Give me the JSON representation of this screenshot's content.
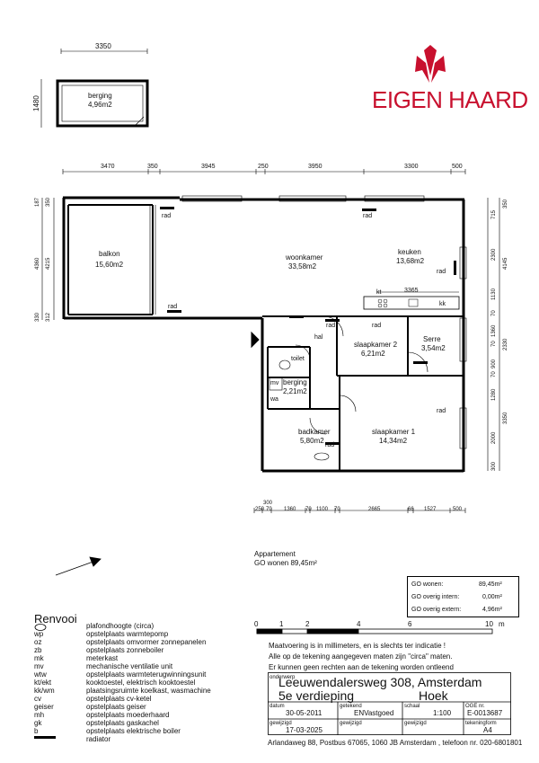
{
  "brand": {
    "name": "EIGEN HAARD",
    "color": "#c8102e"
  },
  "storage": {
    "width_dim": "3350",
    "height_dim": "1480",
    "name": "berging",
    "area": "4,96m2"
  },
  "top_dims": [
    "3470",
    "350",
    "3945",
    "250",
    "3950",
    "3300",
    "500"
  ],
  "bottom_dims_row1": "300",
  "bottom_dims_row2": [
    "250",
    "70",
    "1360",
    "70",
    "1100",
    "70",
    "2665",
    "66",
    "1527",
    "500"
  ],
  "left_dims": [
    "187",
    "350",
    "4215",
    "4360",
    "330",
    "312"
  ],
  "right_dims": [
    "350",
    "715",
    "2300",
    "4145",
    "1130",
    "70",
    "1360",
    "70",
    "2330",
    "900",
    "70",
    "1280",
    "3350",
    "2000",
    "300"
  ],
  "rooms": [
    {
      "name": "balkon",
      "area": "15,60m2"
    },
    {
      "name": "woonkamer",
      "area": "33,58m2"
    },
    {
      "name": "keuken",
      "area": "13,68m2"
    },
    {
      "name": "slaapkamer 2",
      "area": "6,21m2"
    },
    {
      "name": "Serre",
      "area": "3,54m2"
    },
    {
      "name": "berging",
      "area": "2,21m2"
    },
    {
      "name": "badkamer",
      "area": "5,80m2"
    },
    {
      "name": "slaapkamer 1",
      "area": "14,34m2"
    }
  ],
  "labels": {
    "rad": "rad",
    "hal": "hal",
    "toilet": "toilet",
    "mv": "mv",
    "wa": "wa",
    "kt": "kt",
    "kk": "kk",
    "kitchen_dim": "3365"
  },
  "summary": {
    "line1": "Appartement",
    "line2": "GO wonen 89,45m²"
  },
  "go": [
    {
      "label": "GO wonen:",
      "value": "89,45m²"
    },
    {
      "label": "GO overig intern:",
      "value": "0,00m²"
    },
    {
      "label": "GO overig extern:",
      "value": "4,96m²"
    }
  ],
  "legend": {
    "title": "Renvooi",
    "items": [
      {
        "key": "",
        "desc": "plafondhoogte (circa)"
      },
      {
        "key": "wp",
        "desc": "opstelplaats warmtepomp"
      },
      {
        "key": "oz",
        "desc": "opstelplaats omvormer zonnepanelen"
      },
      {
        "key": "zb",
        "desc": "opstelplaats zonneboiler"
      },
      {
        "key": "mk",
        "desc": "meterkast"
      },
      {
        "key": "mv",
        "desc": "mechanische ventilatie unit"
      },
      {
        "key": "wtw",
        "desc": "opstelplaats warmteterugwinningsunit"
      },
      {
        "key": "kt/ekt",
        "desc": "kooktoestel, elektrisch kooktoestel"
      },
      {
        "key": "kk/wm",
        "desc": "plaatsingsruimte koelkast, wasmachine"
      },
      {
        "key": "cv",
        "desc": "opstelplaats cv-ketel"
      },
      {
        "key": "geiser",
        "desc": "opstelplaats geiser"
      },
      {
        "key": "mh",
        "desc": "opstelplaats moederhaard"
      },
      {
        "key": "gk",
        "desc": "opstelplaats gaskachel"
      },
      {
        "key": "b",
        "desc": "opstelplaats elektrische boiler"
      },
      {
        "key": "",
        "desc": "radiator"
      }
    ]
  },
  "scale_bar": {
    "ticks": [
      "0",
      "1",
      "2",
      "4",
      "6",
      "10"
    ],
    "unit": "m"
  },
  "notes": [
    "Maatvoering is in millimeters, en is slechts ter indicatie !",
    "Alle op de tekening aangegeven maten zijn \"circa\" maten.",
    "Er kunnen geen rechten aan de tekening worden ontleend"
  ],
  "titleblock": {
    "onderwerp_label": "onderwerp",
    "address": "Leeuwendalersweg 308, Amsterdam",
    "floor": "5e verdieping",
    "corner": "Hoek",
    "datum_label": "datum",
    "datum": "30-05-2011",
    "getekend_label": "getekend",
    "getekend": "ENVastgoed",
    "schaal_label": "schaal",
    "schaal": "1:100",
    "ogenr_label": "OGE nr.",
    "ogenr": "E-0013687",
    "gewijzigd_label": "gewijzigd",
    "gewijzigd1": "17-03-2025",
    "gewijzigd2_label": "gewijzigd",
    "gewijzigd3_label": "gewijzigd",
    "tekeningformaat_label": "tekeningform",
    "tekeningformaat": "A4",
    "footer": "Arlandaweg 88, Postbus 67065, 1060 JB Amsterdam , telefoon nr. 020-6801801"
  }
}
